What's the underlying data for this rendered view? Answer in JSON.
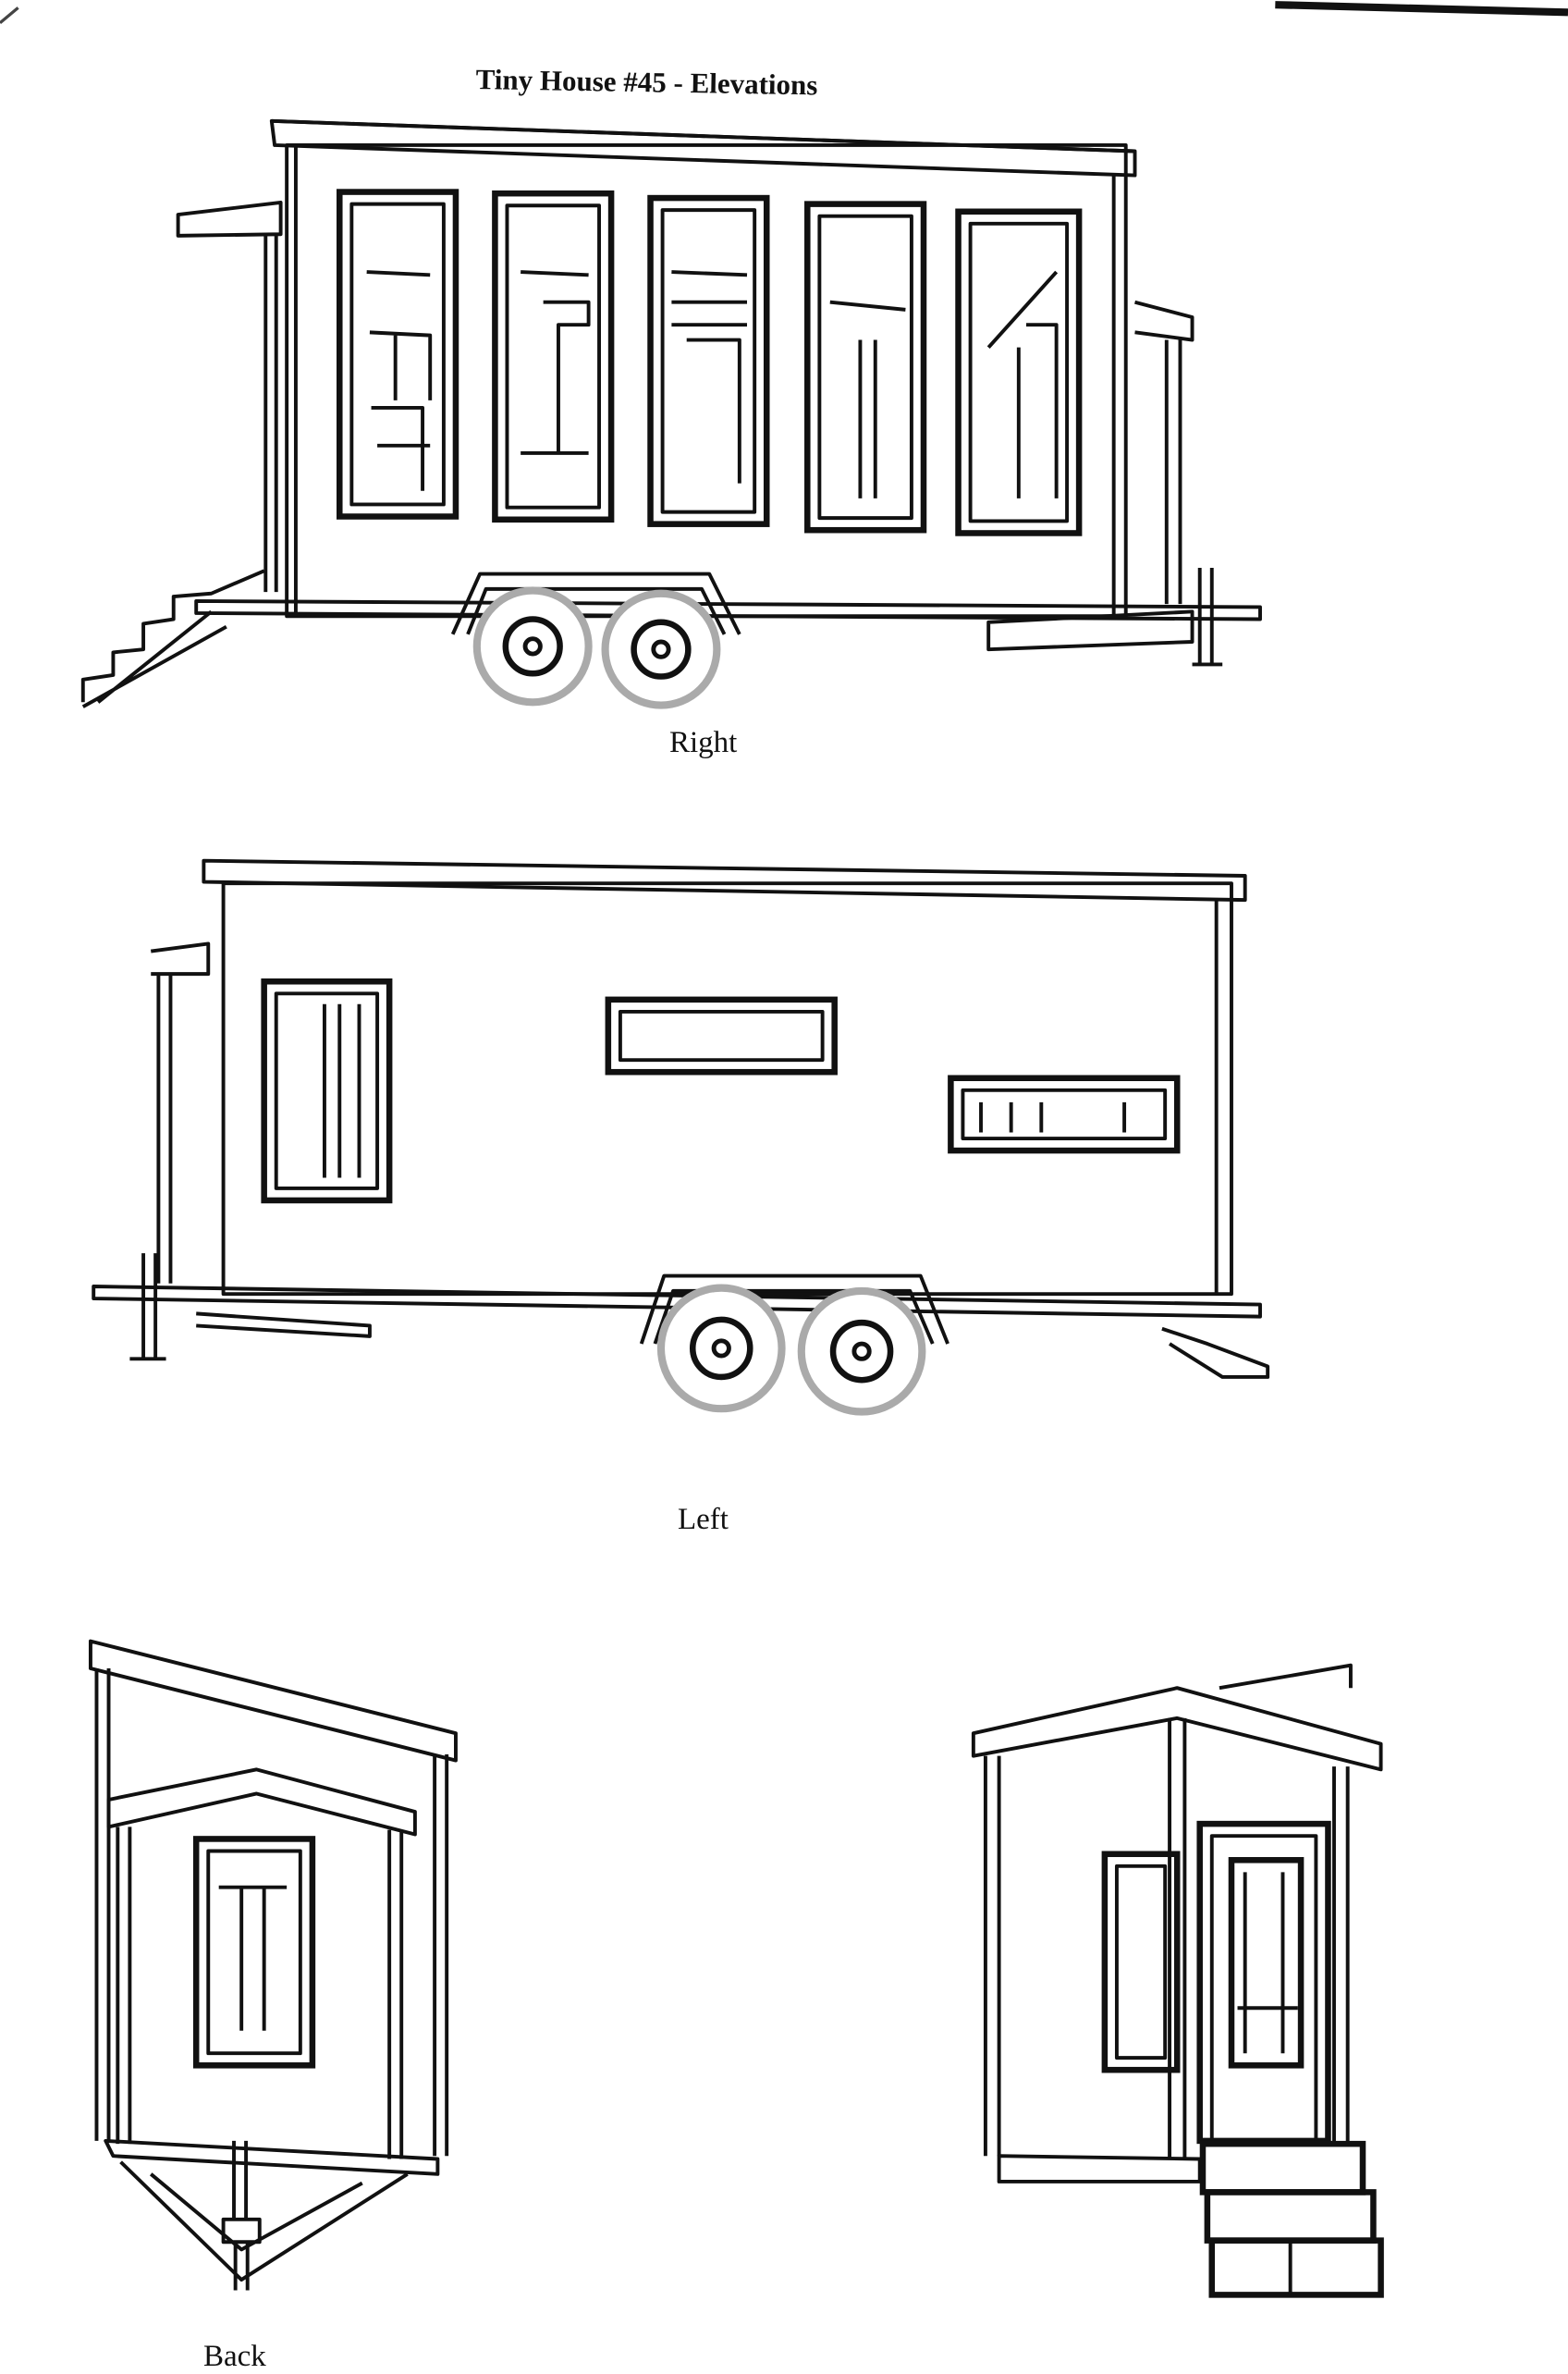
{
  "page": {
    "title": "Tiny House #45 - Elevations",
    "views": [
      {
        "id": "right",
        "label": "Right"
      },
      {
        "id": "left",
        "label": "Left"
      },
      {
        "id": "back",
        "label": "Back"
      }
    ]
  }
}
